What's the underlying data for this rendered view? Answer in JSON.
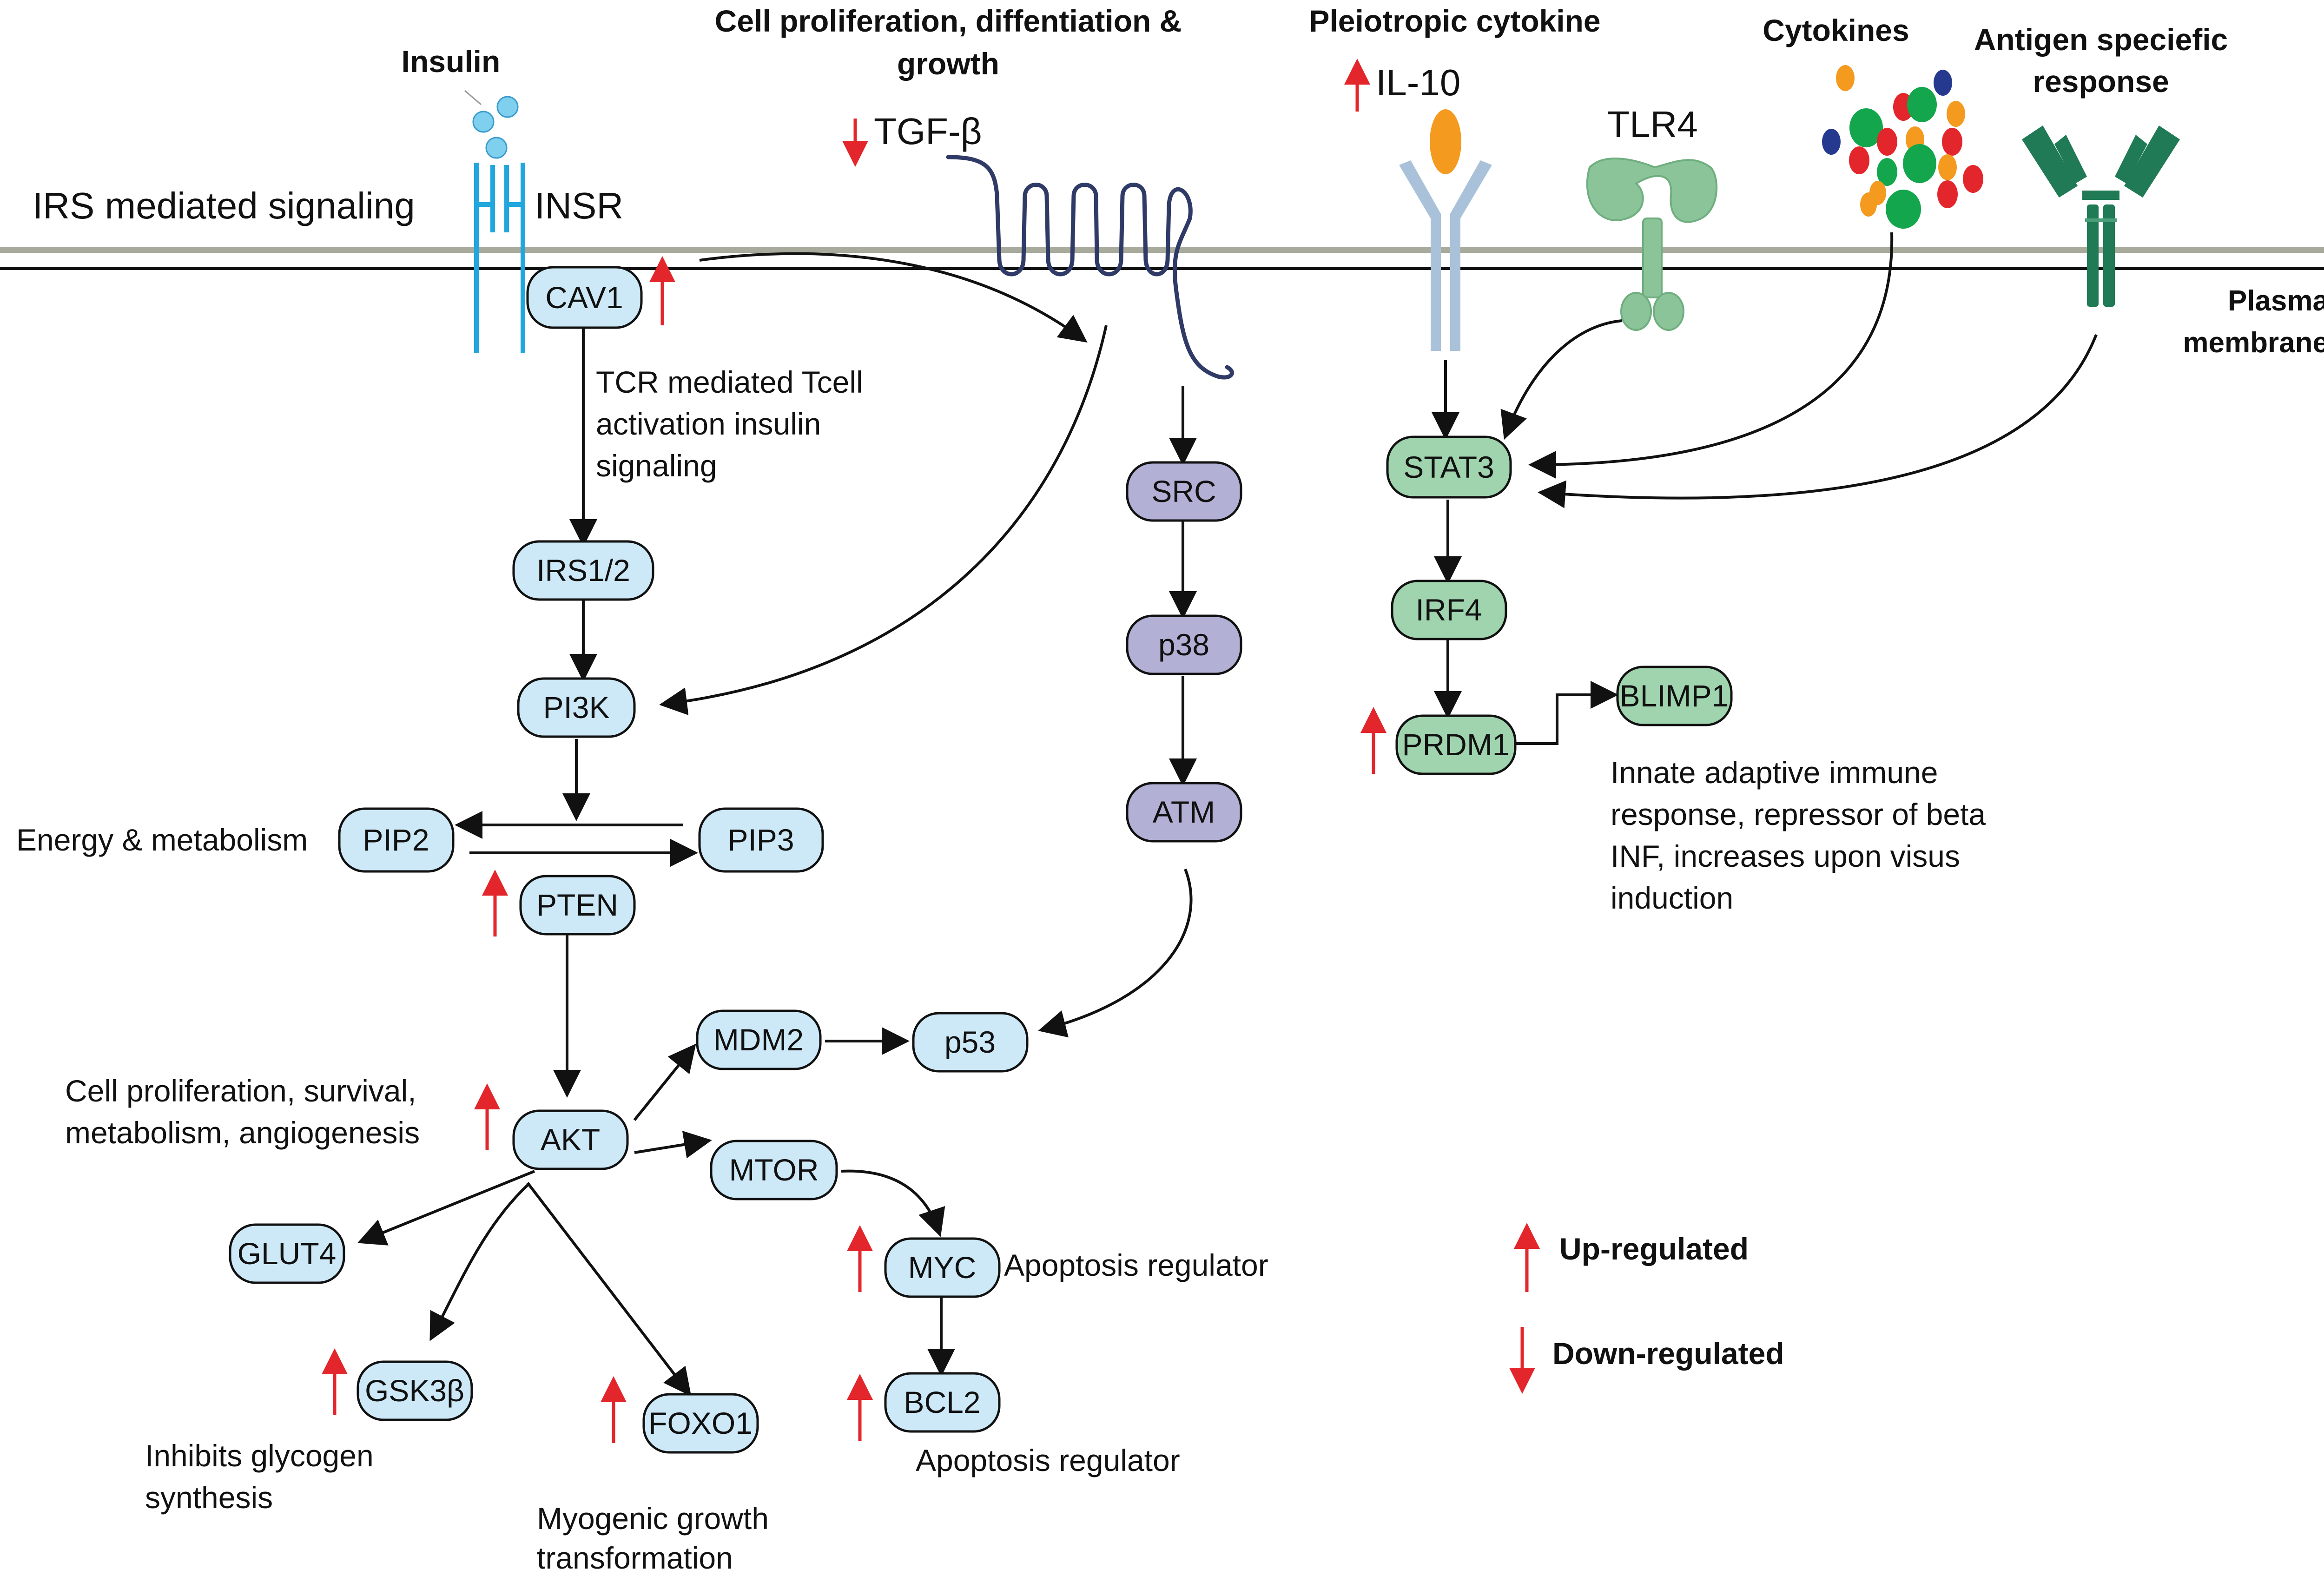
{
  "colors": {
    "blue_node": "#cde9f8",
    "purple_node": "#b3b0d6",
    "green_node": "#9fd4ae",
    "receptor_blue": "#a9c2d9",
    "tlr4_green": "#8cc49a",
    "antibody_green": "#1f7a55",
    "insr_cyan": "#21a6dd",
    "tgfb_navy": "#2f3a66",
    "red_arrow": "#e3262b",
    "membrane_gray": "#a8aa9c"
  },
  "headers": {
    "insulin": "Insulin",
    "cell_prolif_line1": "Cell proliferation, diffentiation &",
    "cell_prolif_line2": "growth",
    "pleiotropic": "Pleiotropic cytokine",
    "cytokines": "Cytokines",
    "antigen_line1": "Antigen specieﬁc",
    "antigen_line2": "response",
    "plasma_line1": "Plasma",
    "plasma_line2": "membrane"
  },
  "labels": {
    "irs_signaling": "IRS mediated signaling",
    "insr": "INSR",
    "tgfb": "TGF-β",
    "il10": "IL-10",
    "tlr4": "TLR4",
    "tcr_line1": "TCR mediated Tcell",
    "tcr_line2": "activation insulin",
    "tcr_line3": "signaling",
    "energy": "Energy & metabolism",
    "cell_prolif_survival_line1": "Cell proliferation, survival,",
    "cell_prolif_survival_line2": "metabolism, angiogenesis",
    "innate_line1": "Innate adaptive immune",
    "innate_line2": "response, repressor of beta",
    "innate_line3": "INF, increases upon visus",
    "innate_line4": "induction",
    "apoptosis_myc": "Apoptosis regulator",
    "apoptosis_bcl2": "Apoptosis regulator",
    "inhibits_line1": "Inhibits glycogen",
    "inhibits_line2": "synthesis",
    "myogenic_line1": "Myogenic growth",
    "myogenic_line2": "transformation"
  },
  "nodes": {
    "cav1": "CAV1",
    "irs12": "IRS1/2",
    "pi3k": "PI3K",
    "pip2": "PIP2",
    "pip3": "PIP3",
    "pten": "PTEN",
    "akt": "AKT",
    "glut4": "GLUT4",
    "gsk3b": "GSK3β",
    "foxo1": "FOXO1",
    "mdm2": "MDM2",
    "p53": "p53",
    "mtor": "MTOR",
    "myc": "MYC",
    "bcl2": "BCL2",
    "src": "SRC",
    "p38": "p38",
    "atm": "ATM",
    "stat3": "STAT3",
    "irf4": "IRF4",
    "prdm1": "PRDM1",
    "blimp1": "BLIMP1"
  },
  "legend": {
    "up": "Up-regulated",
    "down": "Down-regulated"
  }
}
